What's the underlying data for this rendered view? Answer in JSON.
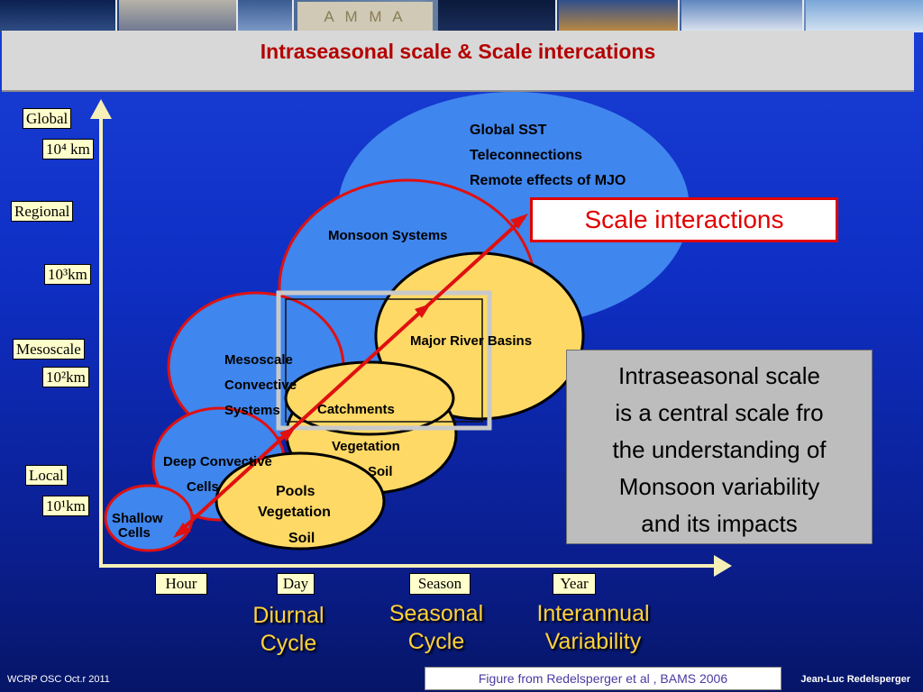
{
  "header": {
    "logo_text": "A M M A",
    "title": "Intraseasonal scale & Scale intercations"
  },
  "y_axis": {
    "global": "Global",
    "km4": "10⁴ km",
    "regional": "Regional",
    "km3": "10³km",
    "mesoscale": "Mesoscale",
    "km2": "10²km",
    "local": "Local",
    "km1": "10¹km"
  },
  "x_axis": {
    "hour": "Hour",
    "day": "Day",
    "season": "Season",
    "year": "Year"
  },
  "cycles": {
    "diurnal_1": "Diurnal",
    "diurnal_2": "Cycle",
    "seasonal_1": "Seasonal",
    "seasonal_2": "Cycle",
    "interannual_1": "Interannual",
    "interannual_2": "Variability"
  },
  "bubbles": {
    "global_sst": "Global SST",
    "teleconnections": "Teleconnections",
    "remote_mjo": "Remote effects of MJO",
    "monsoon_systems": "Monsoon Systems",
    "major_river_basins": "Major River Basins",
    "mesoscale_1": "Mesoscale",
    "mesoscale_2": "Convective",
    "mesoscale_3": "Systems",
    "catchments": "Catchments",
    "vegetation": "Vegetation",
    "soil": "Soil",
    "deep_conv_1": "Deep Convective",
    "deep_conv_2": "Cells",
    "pools": "Pools",
    "pools_vegetation": "Vegetation",
    "pools_soil": "Soil",
    "shallow_1": "Shallow",
    "shallow_2": "Cells"
  },
  "callouts": {
    "scale_interactions": "Scale interactions",
    "note_lines": [
      "Intraseasonal scale",
      "is a central scale fro",
      "the understanding of",
      "Monsoon variability",
      "and its impacts"
    ]
  },
  "footer": {
    "left": "WCRP OSC Oct.r 2011",
    "figure_credit": "Figure from Redelsperger et al , BAMS 2006",
    "right": "Jean-Luc Redelsperger"
  },
  "colors": {
    "blue_bubble": "#3f86ee",
    "yellow_bubble": "#ffd966",
    "red_outline": "#e01010",
    "title_red": "#b40000",
    "cycle_text": "#ffd23a"
  }
}
